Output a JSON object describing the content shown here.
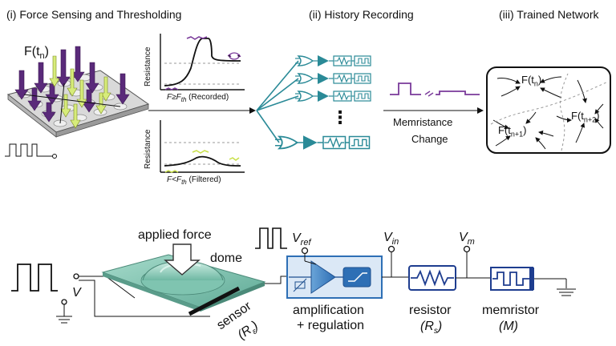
{
  "colors": {
    "force_arrow": "#5a2a7a",
    "filtered_arrow": "#d7ec7a",
    "history_teal": "#2a8a97",
    "amp_box": "#2e6fb5",
    "circuit_blue": "#1e3d8f",
    "sensor_green": "#7fc4b0",
    "curve_purple": "#7a3a9a",
    "curve_yellow": "#c9e04a"
  },
  "panel_i": {
    "title": "(i) Force Sensing and Thresholding",
    "force_label": "F(t",
    "force_sub": "n",
    "force_close": ")",
    "plot_top_ylabel": "Resistance",
    "plot_top_caption_f": "F≥F",
    "plot_top_caption_th": "th",
    "plot_top_caption_note": " (Recorded)",
    "plot_bot_ylabel": "Resistance",
    "plot_bot_caption_f": "F<F",
    "plot_bot_caption_th": "th",
    "plot_bot_caption_note": " (Filtered)"
  },
  "panel_ii": {
    "title": "(ii) History Recording",
    "ellipsis": "⋮",
    "memristance_line1": "Memristance",
    "memristance_line2": "Change"
  },
  "panel_iii": {
    "title": "(iii) Trained Network",
    "node_a": "F(t",
    "node_a_sub": "n",
    "node_b": "F(t",
    "node_b_sub": "n+1",
    "node_c": "F(t",
    "node_c_sub": "n+2",
    "close": ")"
  },
  "circuit": {
    "applied_force": "applied force",
    "dome": "dome",
    "v_label": "V",
    "vref_label": "V",
    "vref_sub": "ref",
    "vin_label": "V",
    "vin_sub": "in",
    "vm_label": "V",
    "vm_sub": "m",
    "sensor_label": "sensor",
    "sensor_sym": "(R",
    "sensor_sym_sub": "ε",
    "sensor_sym_close": ")",
    "amp_line1": "amplification",
    "amp_line2": "+ regulation",
    "resistor_label": "resistor",
    "resistor_sym": "(R",
    "resistor_sym_sub": "s",
    "resistor_sym_close": ")",
    "memristor_label": "memristor",
    "memristor_sym": "(M)"
  }
}
